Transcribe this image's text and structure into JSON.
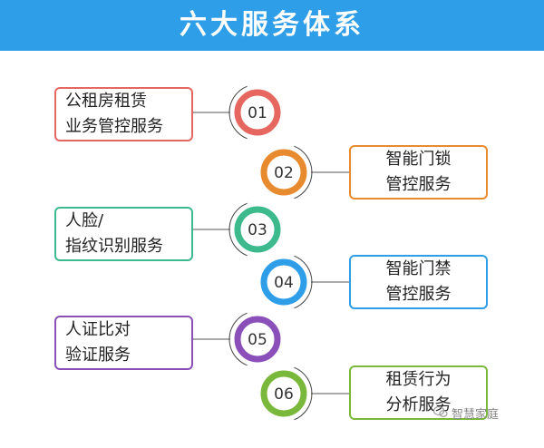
{
  "title": "六大服务体系",
  "watermark": "智慧家庭",
  "colors": {
    "banner": "#2e9ee8",
    "items": [
      "#e5675f",
      "#e88a2e",
      "#3cb98d",
      "#2e9ee8",
      "#8a4fb8",
      "#7ab83c"
    ]
  },
  "items": [
    {
      "number": "01",
      "lines": [
        "公租房租赁",
        "业务管控服务"
      ],
      "side": "left"
    },
    {
      "number": "02",
      "lines": [
        "智能门锁",
        "管控服务"
      ],
      "side": "right"
    },
    {
      "number": "03",
      "lines": [
        "人脸/",
        "指纹识别服务"
      ],
      "side": "left"
    },
    {
      "number": "04",
      "lines": [
        "智能门禁",
        "管控服务"
      ],
      "side": "right"
    },
    {
      "number": "05",
      "lines": [
        "人证比对",
        "验证服务"
      ],
      "side": "left"
    },
    {
      "number": "06",
      "lines": [
        "租赁行为",
        "分析服务"
      ],
      "side": "right"
    }
  ]
}
